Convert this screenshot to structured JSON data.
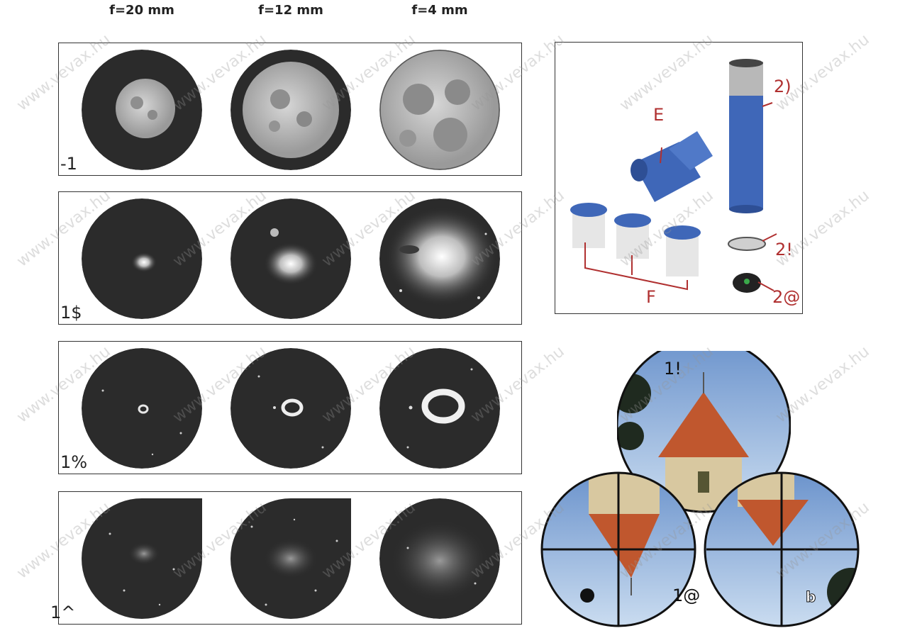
{
  "columns": [
    "f=20 mm",
    "f=12 mm",
    "f=4 mm"
  ],
  "rows": [
    {
      "label": "-1",
      "object": "moon"
    },
    {
      "label": "1$",
      "object": "nebula"
    },
    {
      "label": "1%",
      "object": "ring-nebula"
    },
    {
      "label": "1^",
      "object": "galaxy"
    }
  ],
  "accessories": {
    "callouts": {
      "e": "E",
      "f": "F",
      "tube": "2)",
      "lens_a": "2!",
      "lens_b": "2@"
    }
  },
  "tower_views": {
    "top": "1!",
    "bottom_left_marker": "●",
    "bottom_center": "1@",
    "bottom_right": "b"
  },
  "watermark": "www.vevax.hu",
  "colors": {
    "accessory_blue": "#3f67b8",
    "callout_red": "#b03030",
    "field_dark": "#2b2b2b"
  }
}
